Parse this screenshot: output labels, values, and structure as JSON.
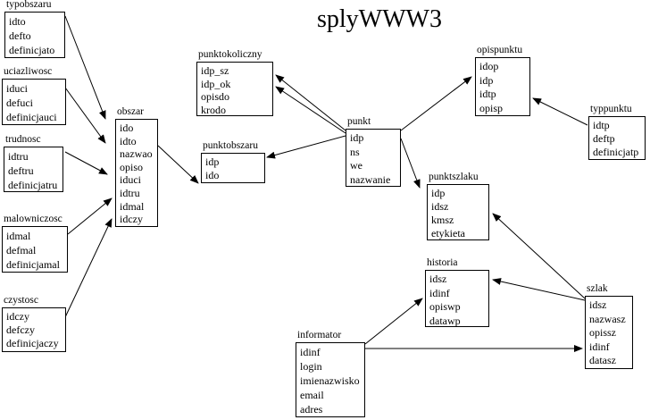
{
  "title": "splyWWW3",
  "tables": [
    {
      "id": "typobszaru",
      "name": "typobszaru",
      "fields": [
        "idto",
        "defto",
        "definicjato"
      ]
    },
    {
      "id": "uciazliwosc",
      "name": "uciazliwosc",
      "fields": [
        "iduci",
        "defuci",
        "definicjauci"
      ]
    },
    {
      "id": "trudnosc",
      "name": "trudnosc",
      "fields": [
        "idtru",
        "deftru",
        "definicjatru"
      ]
    },
    {
      "id": "malowniczosc",
      "name": "malowniczosc",
      "fields": [
        "idmal",
        "defmal",
        "definicjamal"
      ]
    },
    {
      "id": "czystosc",
      "name": "czystosc",
      "fields": [
        "idczy",
        "defczy",
        "definicjaczy"
      ]
    },
    {
      "id": "obszar",
      "name": "obszar",
      "fields": [
        "ido",
        "idto",
        "nazwao",
        "opiso",
        "iduci",
        "idtru",
        "idmal",
        "idczy"
      ]
    },
    {
      "id": "punktobszaru",
      "name": "punktobszaru",
      "fields": [
        "idp",
        "ido"
      ]
    },
    {
      "id": "punktokoliczny",
      "name": "punktokoliczny",
      "fields": [
        "idp_sz",
        "idp_ok",
        "opisdo",
        "krodo"
      ]
    },
    {
      "id": "punkt",
      "name": "punkt",
      "fields": [
        "idp",
        "ns",
        "we",
        "nazwanie"
      ]
    },
    {
      "id": "opispunktu",
      "name": "opispunktu",
      "fields": [
        "idop",
        "idp",
        "idtp",
        "opisp"
      ]
    },
    {
      "id": "typpunktu",
      "name": "typpunktu",
      "fields": [
        "idtp",
        "deftp",
        "definicjatp"
      ]
    },
    {
      "id": "punktszlaku",
      "name": "punktszlaku",
      "fields": [
        "idp",
        "idsz",
        "kmsz",
        "etykieta"
      ]
    },
    {
      "id": "historia",
      "name": "historia",
      "fields": [
        "idsz",
        "idinf",
        "opiswp",
        "datawp"
      ]
    },
    {
      "id": "szlak",
      "name": "szlak",
      "fields": [
        "idsz",
        "nazwasz",
        "opissz",
        "idinf",
        "datasz"
      ]
    },
    {
      "id": "informator",
      "name": "informator",
      "fields": [
        "idinf",
        "login",
        "imienazwisko",
        "email",
        "adres"
      ]
    }
  ],
  "relations": [
    {
      "from": "typobszaru",
      "to": "obszar"
    },
    {
      "from": "uciazliwosc",
      "to": "obszar"
    },
    {
      "from": "trudnosc",
      "to": "obszar"
    },
    {
      "from": "malowniczosc",
      "to": "obszar"
    },
    {
      "from": "czystosc",
      "to": "obszar"
    },
    {
      "from": "obszar",
      "to": "punktobszaru"
    },
    {
      "from": "punkt",
      "to": "punktobszaru"
    },
    {
      "from": "punkt",
      "to": "punktokoliczny"
    },
    {
      "from": "punkt",
      "to": "punktokoliczny"
    },
    {
      "from": "punkt",
      "to": "opispunktu"
    },
    {
      "from": "typpunktu",
      "to": "opispunktu"
    },
    {
      "from": "punkt",
      "to": "punktszlaku"
    },
    {
      "from": "szlak",
      "to": "punktszlaku"
    },
    {
      "from": "szlak",
      "to": "historia"
    },
    {
      "from": "informator",
      "to": "historia"
    },
    {
      "from": "informator",
      "to": "szlak"
    }
  ]
}
